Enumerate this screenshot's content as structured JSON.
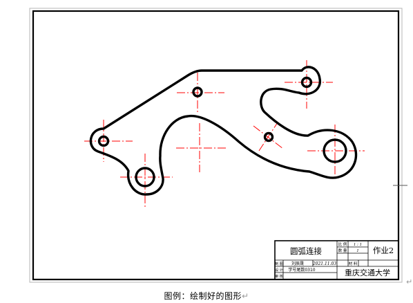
{
  "drawing": {
    "title_block": {
      "part_name": "圆弧连接",
      "scale_label": "比 例",
      "scale_value": "1 : 1",
      "quantity_label": "数 量",
      "quantity_value": "1",
      "assignment": "作业2",
      "material_label": "材 料",
      "draw_label": "制 图",
      "designer": "刘辰晟",
      "date": "2021.11.03",
      "design_label": "设 计",
      "student_id": "学号尾数0310",
      "check_label": "审 核",
      "school": "重庆交通大学"
    },
    "colors": {
      "outline": "#000000",
      "centerline": "#ff0000",
      "paper": "#ffffff",
      "margin_guide": "#c8c8c8",
      "para_mark": "#9a9a9a"
    }
  },
  "caption": "图例：绘制好的图形",
  "paragraph_mark": "↵"
}
